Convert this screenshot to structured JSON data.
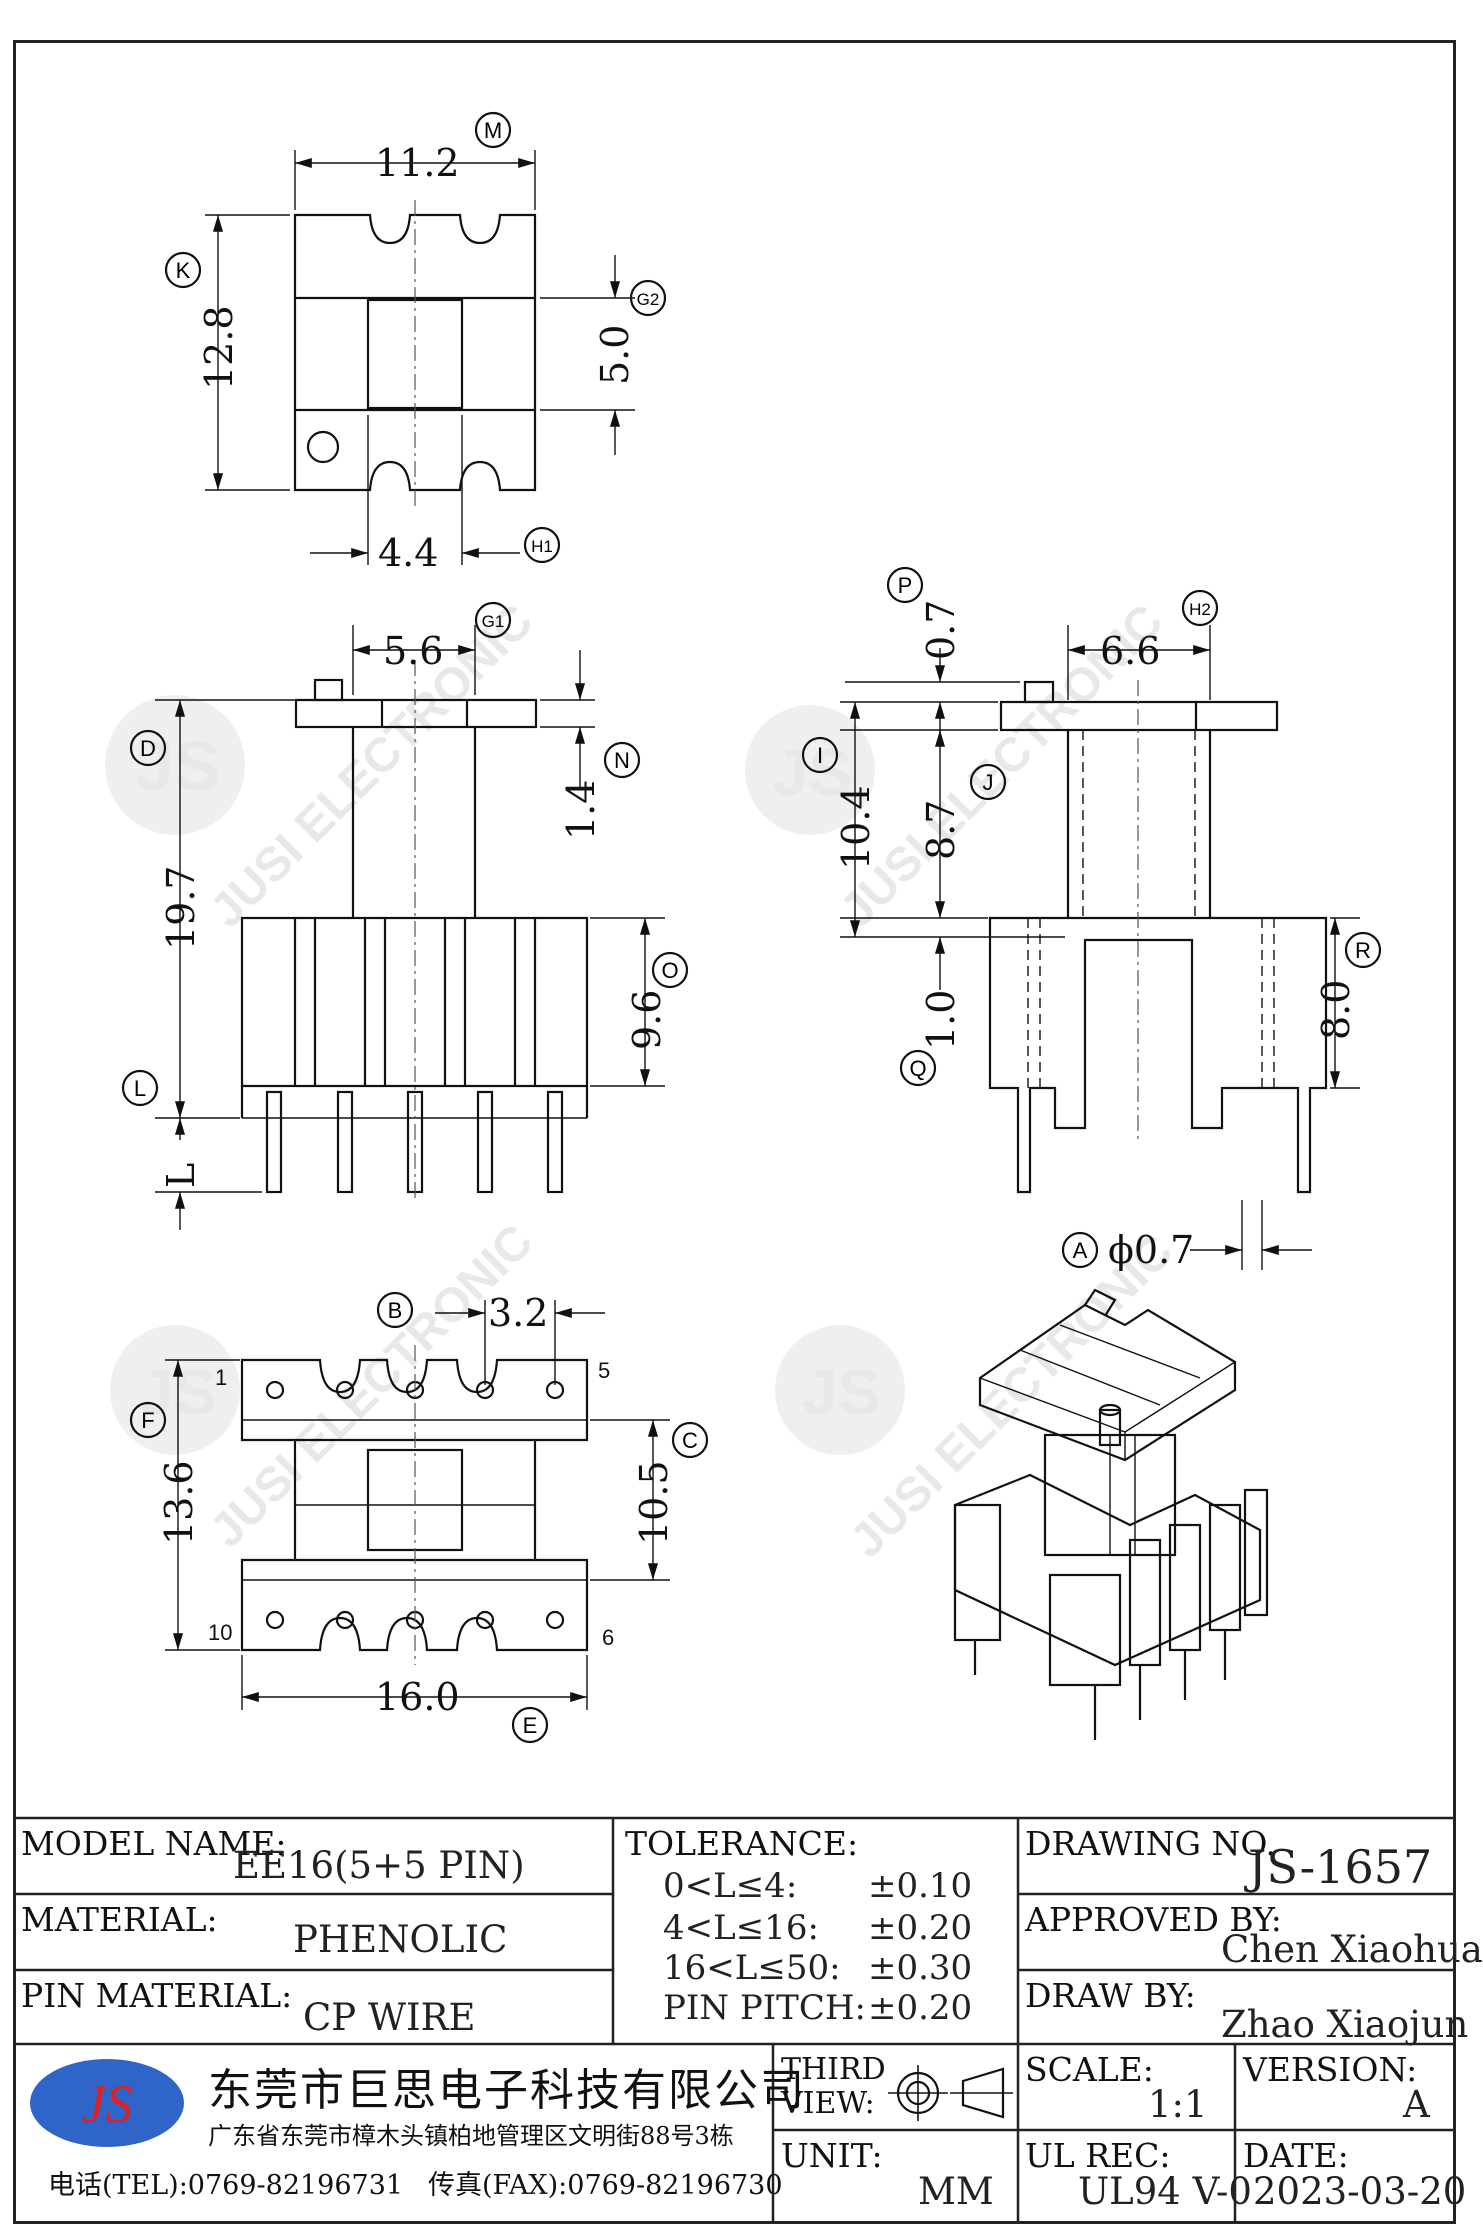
{
  "drawing": {
    "dimensions": {
      "m_width": "11.2",
      "k_height": "12.8",
      "g2_window": "5.0",
      "h1_width": "4.4",
      "g1_width": "5.6",
      "n_height": "1.4",
      "d_height": "19.7",
      "o_height": "9.6",
      "l_label": "L",
      "p_height": "0.7",
      "h2_width": "6.6",
      "i_height": "10.4",
      "j_height": "8.7",
      "q_height": "1.0",
      "r_height": "8.0",
      "a_dia": "ϕ0.7",
      "b_pitch": "3.2",
      "f_height": "13.6",
      "c_height": "10.5",
      "e_width": "16.0"
    },
    "callouts": [
      "M",
      "K",
      "G2",
      "H1",
      "G1",
      "N",
      "D",
      "O",
      "L",
      "P",
      "H2",
      "I",
      "J",
      "R",
      "Q",
      "A",
      "B",
      "F",
      "C",
      "E"
    ],
    "pin_numbers": [
      "1",
      "5",
      "10",
      "6"
    ],
    "watermark": {
      "logo": "JS",
      "text": "JUSI ELECTRONIC"
    }
  },
  "title_block": {
    "model_name_label": "MODEL NAME:",
    "model_name": "EE16(5+5 PIN)",
    "material_label": "MATERIAL:",
    "material": "PHENOLIC",
    "pin_material_label": "PIN MATERIAL:",
    "pin_material": "CP WIRE",
    "tolerance_label": "TOLERANCE:",
    "tolerances": [
      {
        "range": "0<L≤4:",
        "value": "±0.10"
      },
      {
        "range": "4<L≤16:",
        "value": "±0.20"
      },
      {
        "range": "16<L≤50:",
        "value": "±0.30"
      },
      {
        "range": "PIN PITCH:",
        "value": "±0.20"
      }
    ],
    "drawing_no_label": "DRAWING NO.",
    "drawing_no": "JS-1657",
    "approved_by_label": "APPROVED BY:",
    "approved_by": "Chen Xiaohua",
    "draw_by_label": "DRAW BY:",
    "draw_by": "Zhao Xiaojun",
    "company_logo": "JS",
    "company_name": "东莞市巨思电子科技有限公司",
    "company_address": "广东省东莞市樟木头镇柏地管理区文明街88号3栋",
    "tel": "电话(TEL):0769-82196731",
    "fax": "传真(FAX):0769-82196730",
    "third_view_label": "THIRD VIEW:",
    "third_view_line1": "THIRD",
    "third_view_line2": "VIEW:",
    "unit_label": "UNIT:",
    "unit": "MM",
    "scale_label": "SCALE:",
    "scale": "1:1",
    "version_label": "VERSION:",
    "version": "A",
    "ul_rec_label": "UL REC:",
    "ul_rec": "UL94 V-0",
    "date_label": "DATE:",
    "date": "2023-03-20"
  },
  "colors": {
    "line": "#111111",
    "logo_blue": "#2f64c8",
    "logo_red": "#e02020",
    "watermark": "#e6e6e6"
  }
}
